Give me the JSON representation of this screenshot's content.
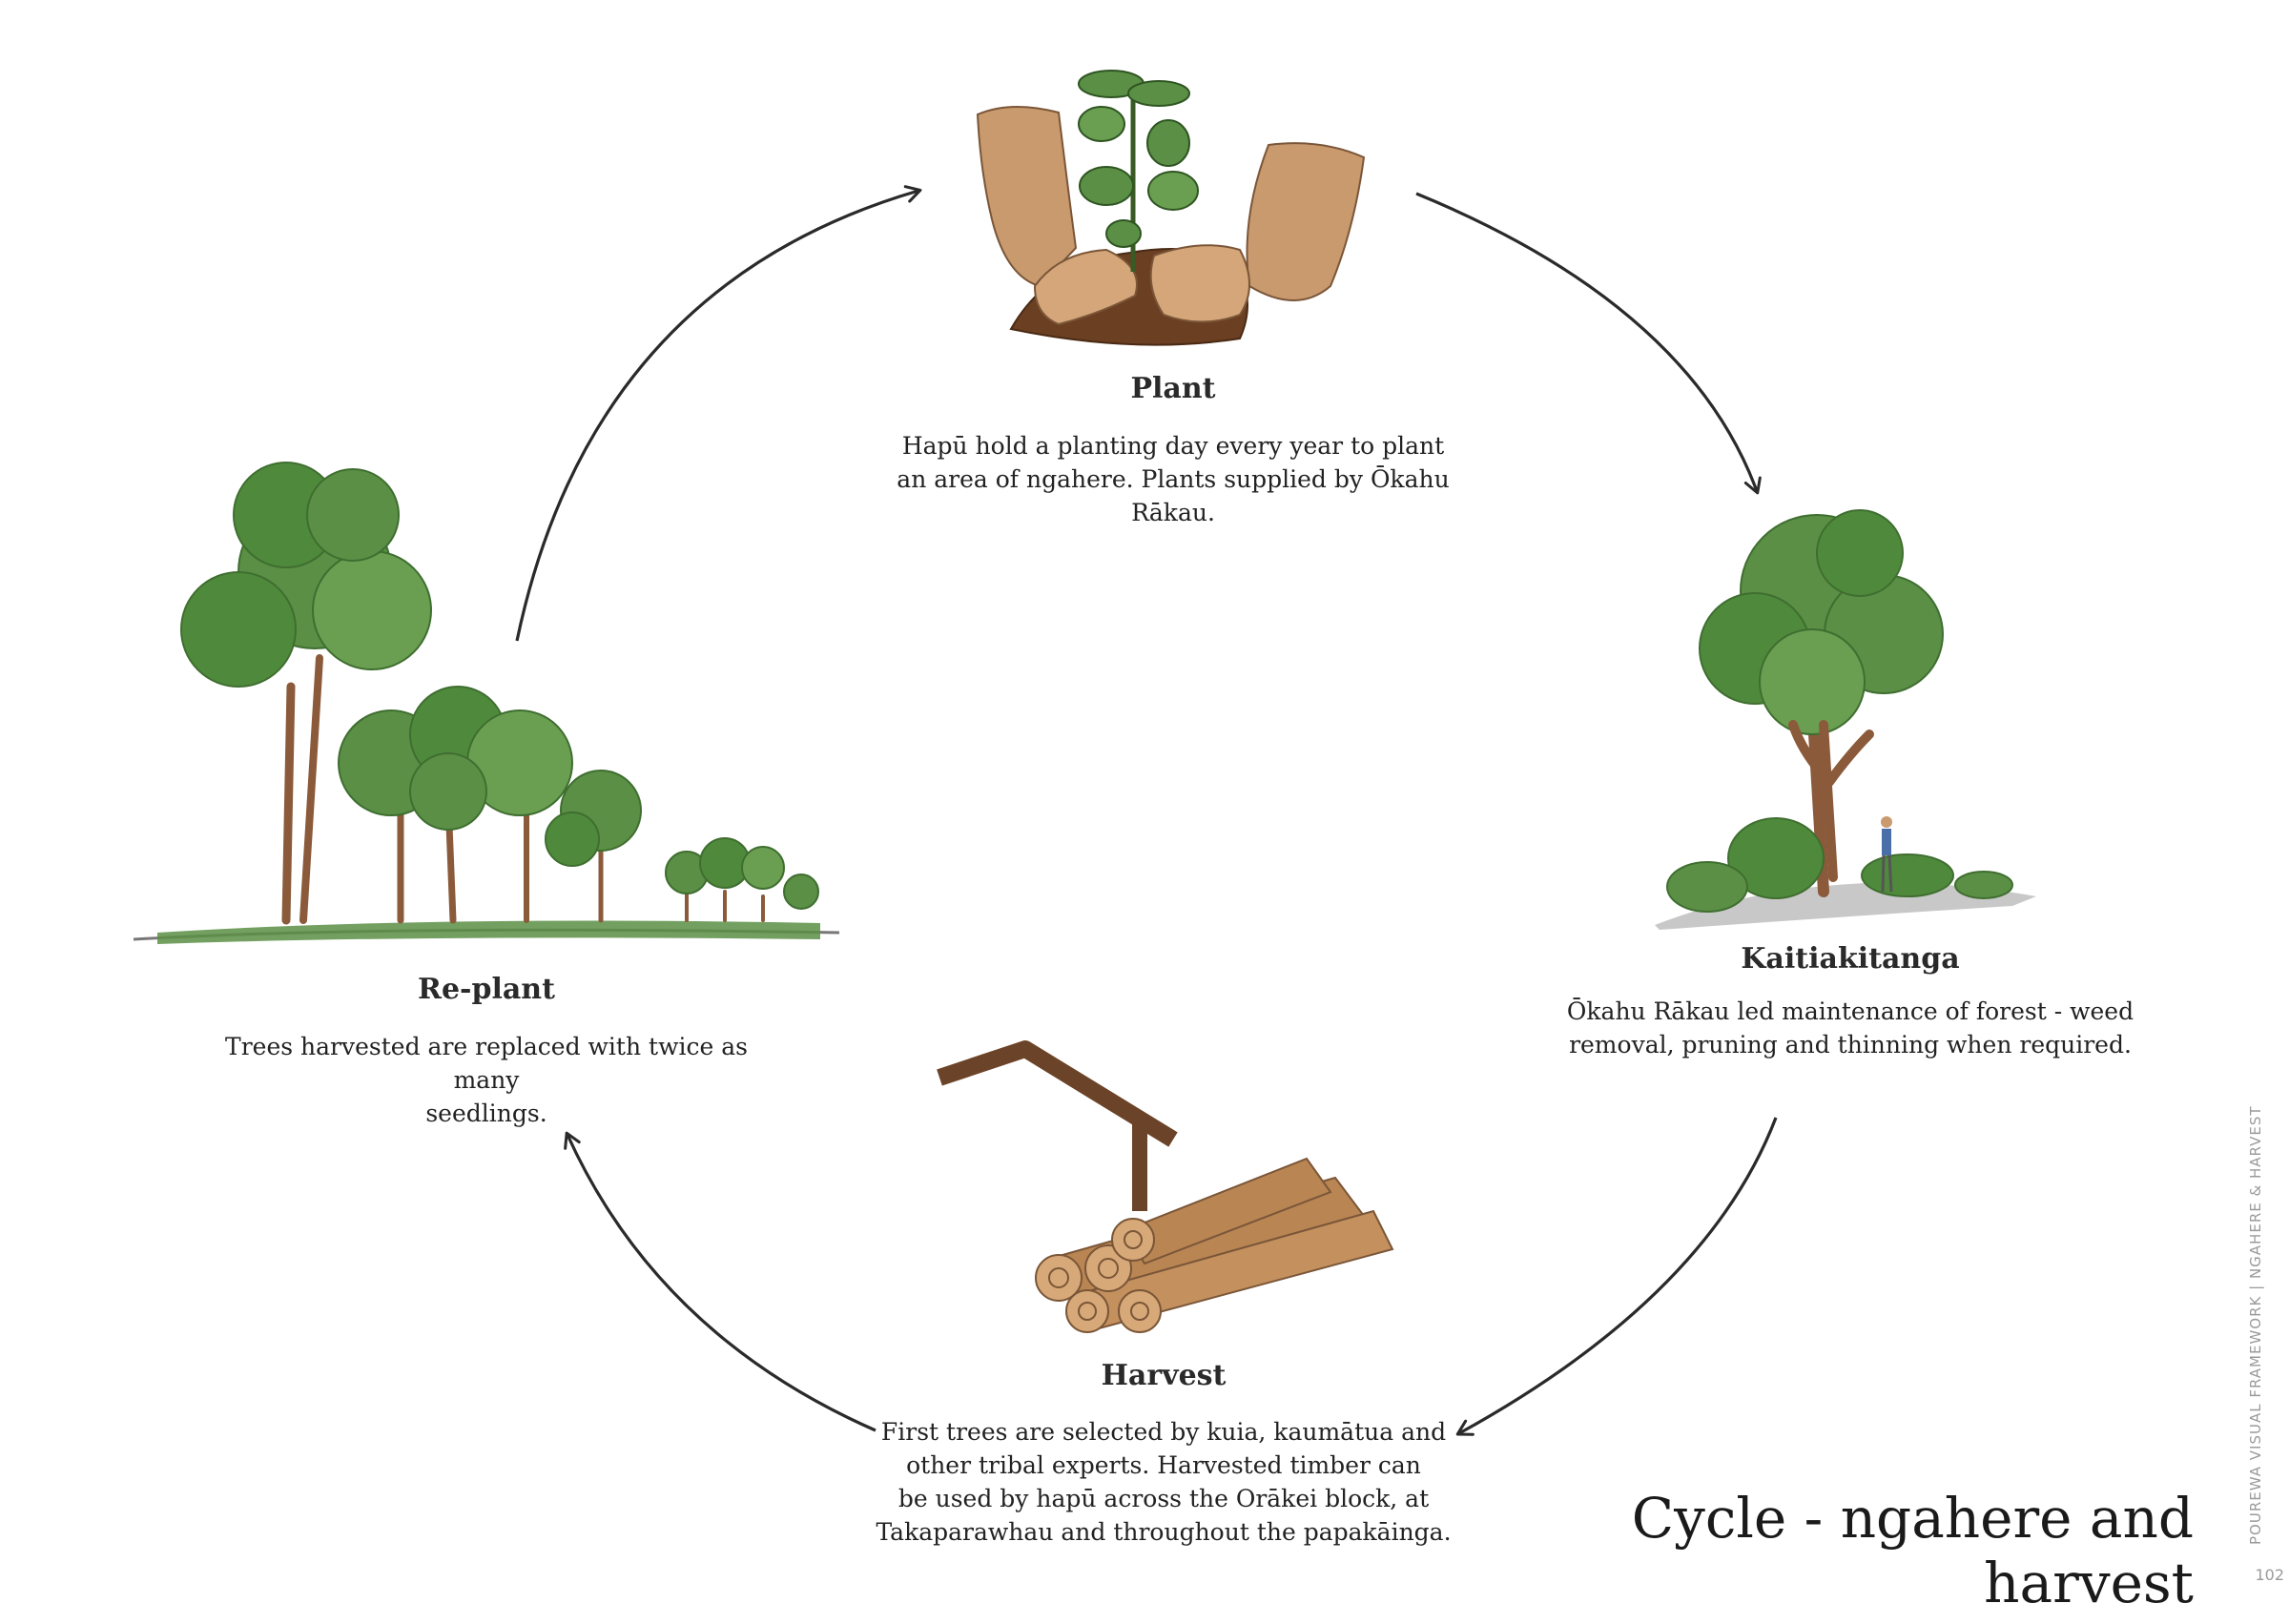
{
  "page_title": "Cycle - ngahere and harvest",
  "side_label": "POUREWA VISUAL FRAMEWORK | NGAHERE & HARVEST",
  "page_number": "102",
  "colors": {
    "leaf": "#5a8f45",
    "leaf_dark": "#3f6e30",
    "bark": "#8a5a3a",
    "skin": "#c99a6e",
    "wood": "#b98553",
    "arrow": "#2a2a2a"
  },
  "stages": {
    "plant": {
      "title": "Plant",
      "lines": [
        "Hapū hold a planting day every year to plant",
        "an area of ngahere. Plants supplied by Ōkahu",
        "Rākau."
      ]
    },
    "kaitiakitanga": {
      "title": "Kaitiakitanga",
      "lines": [
        "Ōkahu Rākau led maintenance of forest - weed",
        "removal, pruning and thinning when required."
      ]
    },
    "harvest": {
      "title": "Harvest",
      "lines": [
        "First trees are selected by kuia, kaumātua and",
        "other tribal experts. Harvested timber can",
        "be used by hapū across the Orākei block, at",
        "Takaparawhau and throughout the papakāinga."
      ]
    },
    "replant": {
      "title": "Re-plant",
      "lines": [
        "Trees harvested are replaced with twice as many",
        "seedlings."
      ]
    }
  }
}
